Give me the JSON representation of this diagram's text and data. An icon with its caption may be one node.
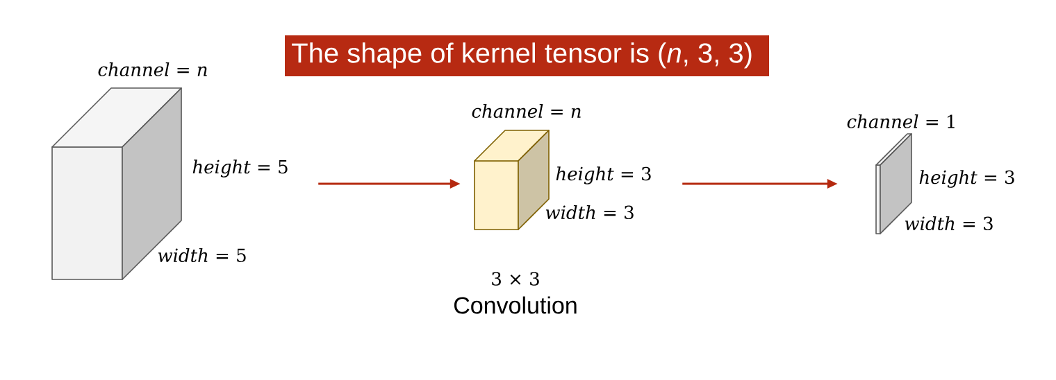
{
  "diagram": {
    "title": "The shape of kernel tensor is (*n*, 3, 3)",
    "nodes": [
      {
        "text": [],
        "shape": "cuboid",
        "beside": [
          "*channel* = *n*",
          "*height* = 5",
          "*width* = 5"
        ]
      },
      {
        "text": [],
        "shape": "cuboid",
        "beside": [
          "*channel* = *n*",
          "*height* = 3",
          "*width* = 3",
          "3 × 3",
          "Convolution"
        ]
      },
      {
        "text": [],
        "shape": "cuboid",
        "beside": [
          "*channel* = 1",
          "*height* = 3",
          "*width* = 3"
        ]
      }
    ],
    "edges": [
      {
        "from": 0,
        "to": 1,
        "arrow": "to"
      },
      {
        "from": 1,
        "to": 2,
        "arrow": "to"
      }
    ]
  }
}
